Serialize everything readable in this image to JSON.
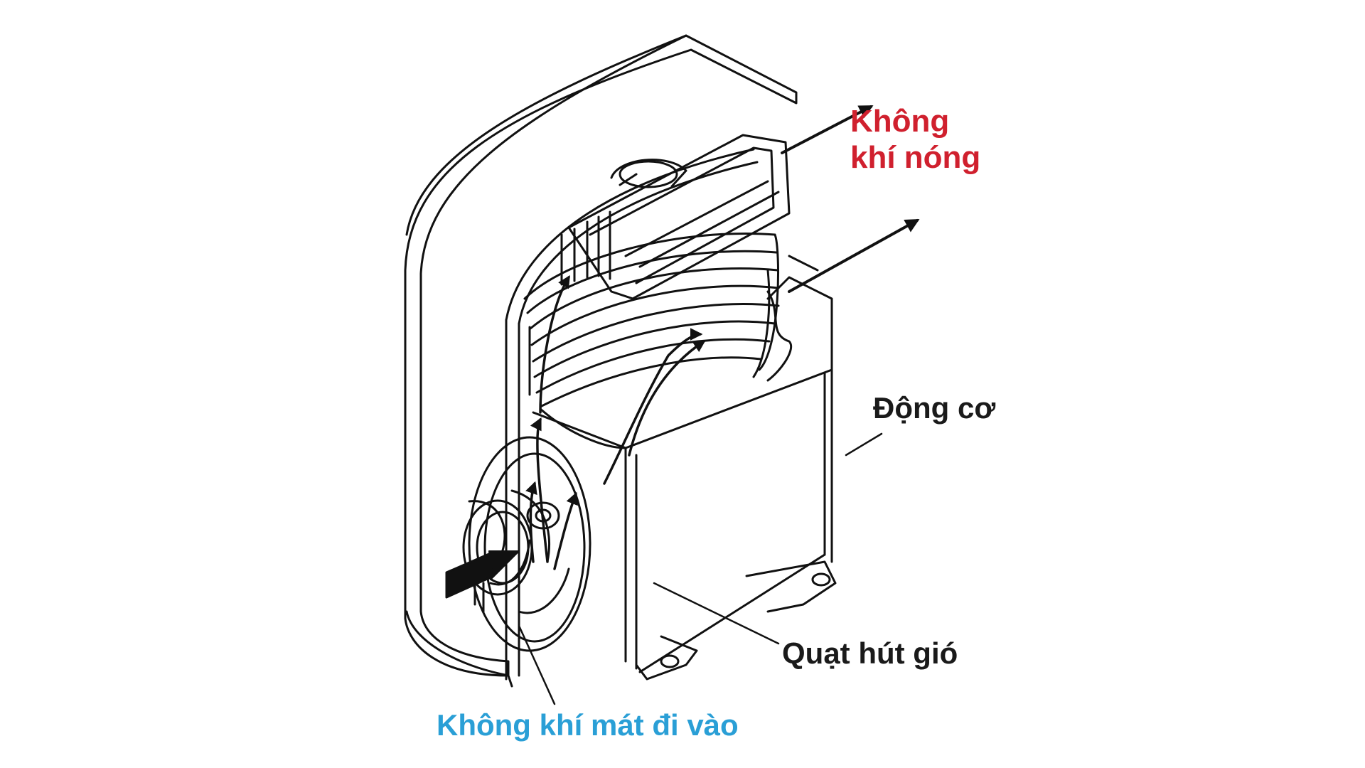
{
  "labels": {
    "hot_air_line1": "Không",
    "hot_air_line2": "khí nóng",
    "motor": "Động cơ",
    "fan": "Quạt hút gió",
    "cool_air": "Không khí mát đi vào"
  },
  "colors": {
    "hot_air": "#d0202e",
    "cool_air": "#2a9fd6",
    "text": "#1a1a1a",
    "stroke": "#111111"
  }
}
